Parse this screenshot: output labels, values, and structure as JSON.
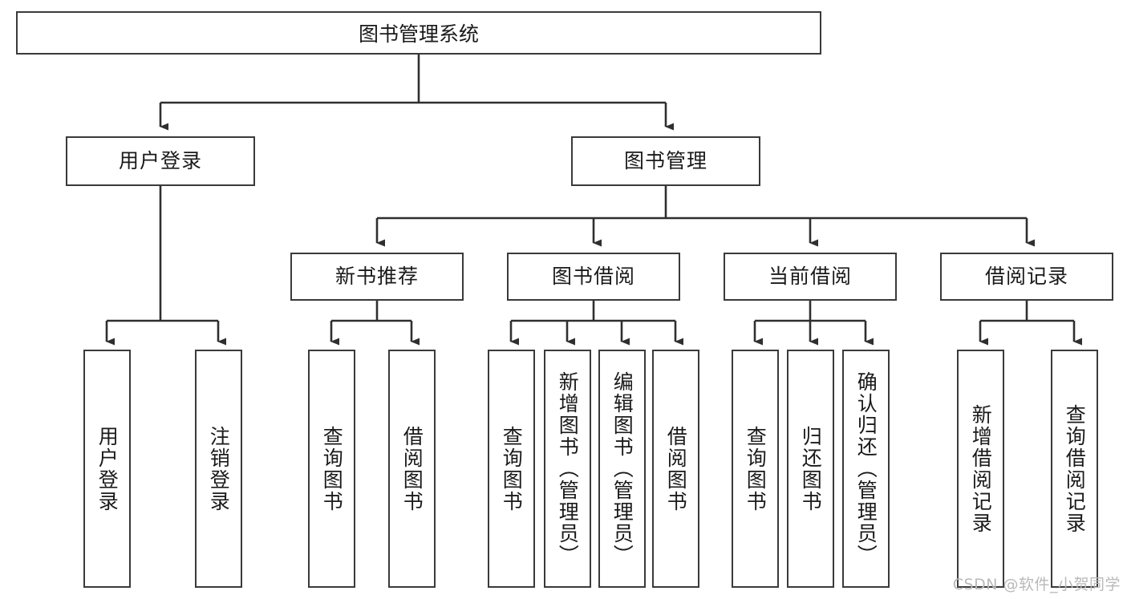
{
  "diagram": {
    "title": "图书管理系统",
    "type": "tree-hierarchy-diagram",
    "colors": {
      "box_border": "#3a3a3a",
      "box_fill": "#ffffff",
      "edge": "#2f2f2f",
      "text": "#1a1a1a",
      "watermark": "#b9b9b9",
      "background": "#ffffff"
    },
    "root": {
      "label": "图书管理系统"
    },
    "level2": [
      {
        "label": "用户登录"
      },
      {
        "label": "图书管理"
      }
    ],
    "level3": [
      {
        "label": "新书推荐"
      },
      {
        "label": "图书借阅"
      },
      {
        "label": "当前借阅"
      },
      {
        "label": "借阅记录"
      }
    ],
    "leaves": {
      "user_login": [
        {
          "label": "用户登录"
        },
        {
          "label": "注销登录"
        }
      ],
      "new_book_recommend": [
        {
          "label": "查询图书"
        },
        {
          "label": "借阅图书"
        }
      ],
      "book_borrow": [
        {
          "label": "查询图书"
        },
        {
          "label": "新增图书（管理员）"
        },
        {
          "label": "编辑图书（管理员）"
        },
        {
          "label": "借阅图书"
        }
      ],
      "current_borrow": [
        {
          "label": "查询图书"
        },
        {
          "label": "归还图书"
        },
        {
          "label": "确认归还（管理员）"
        }
      ],
      "borrow_record": [
        {
          "label": "新增借阅记录"
        },
        {
          "label": "查询借阅记录"
        }
      ]
    }
  },
  "watermark": {
    "text": "CSDN @软件_小贺同学"
  }
}
